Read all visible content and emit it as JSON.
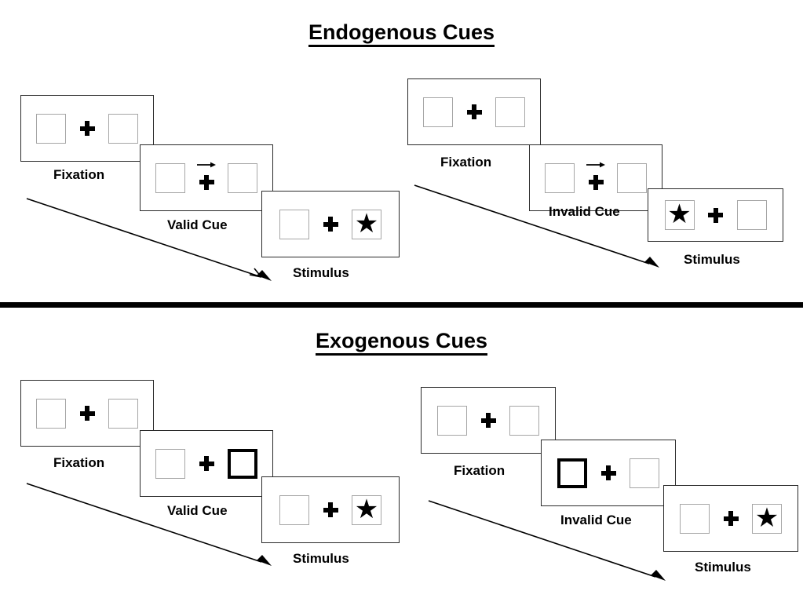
{
  "sections": [
    {
      "id": "endogenous",
      "title": "Endogenous Cues",
      "flows": [
        {
          "id": "endogenous-valid",
          "steps": [
            {
              "label": "Fixation",
              "cue": "none",
              "left": "empty",
              "right": "empty"
            },
            {
              "label": "Valid Cue",
              "cue": "arrow-right",
              "left": "empty",
              "right": "empty"
            },
            {
              "label": "Stimulus",
              "cue": "none",
              "left": "empty",
              "right": "star"
            }
          ]
        },
        {
          "id": "endogenous-invalid",
          "steps": [
            {
              "label": "Fixation",
              "cue": "none",
              "left": "empty",
              "right": "empty"
            },
            {
              "label": "Invalid Cue",
              "cue": "arrow-right",
              "left": "empty",
              "right": "empty"
            },
            {
              "label": "Stimulus",
              "cue": "none",
              "left": "star",
              "right": "empty"
            }
          ]
        }
      ]
    },
    {
      "id": "exogenous",
      "title": "Exogenous Cues",
      "flows": [
        {
          "id": "exogenous-valid",
          "steps": [
            {
              "label": "Fixation",
              "cue": "none",
              "left": "empty",
              "right": "empty"
            },
            {
              "label": "Valid Cue",
              "cue": "none",
              "left": "empty",
              "right": "highlight"
            },
            {
              "label": "Stimulus",
              "cue": "none",
              "left": "empty",
              "right": "star"
            }
          ]
        },
        {
          "id": "exogenous-invalid",
          "steps": [
            {
              "label": "Fixation",
              "cue": "none",
              "left": "empty",
              "right": "empty"
            },
            {
              "label": "Invalid Cue",
              "cue": "none",
              "left": "highlight",
              "right": "empty"
            },
            {
              "label": "Stimulus",
              "cue": "none",
              "left": "empty",
              "right": "star"
            }
          ]
        }
      ]
    }
  ],
  "glyphs": {
    "star": "★"
  },
  "colors": {
    "ink": "#000000",
    "panel_border": "#2a2a2a",
    "box_border": "#a6a6a6",
    "cue_border": "#000000",
    "background": "#ffffff"
  },
  "endogenous": {
    "title": "Endogenous Cues",
    "valid": {
      "fixation_label": "Fixation",
      "cue_label": "Valid Cue",
      "stimulus_label": "Stimulus"
    },
    "invalid": {
      "fixation_label": "Fixation",
      "cue_label": "Invalid Cue",
      "stimulus_label": "Stimulus"
    }
  },
  "exogenous": {
    "title": "Exogenous Cues",
    "valid": {
      "fixation_label": "Fixation",
      "cue_label": "Valid Cue",
      "stimulus_label": "Stimulus"
    },
    "invalid": {
      "fixation_label": "Fixation",
      "cue_label": "Invalid Cue",
      "stimulus_label": "Stimulus"
    }
  }
}
